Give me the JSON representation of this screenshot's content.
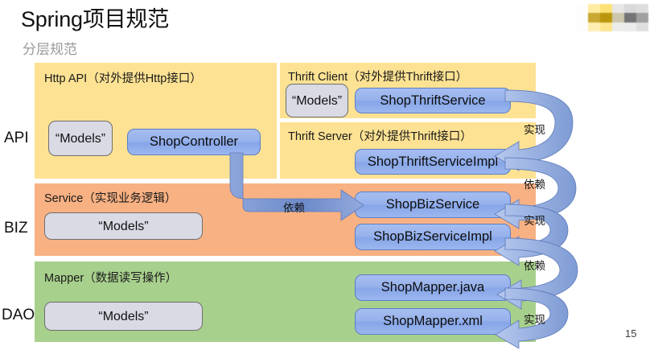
{
  "slide": {
    "title": "Spring项目规范",
    "subtitle": "分层规范",
    "page_number": "15"
  },
  "brand_logo": {
    "name": "brand-logo-blocks",
    "cells": [
      "#fdfdfd",
      "#ffeb9e",
      "#fce16f",
      "#e7e6e4",
      "#d6d7d9",
      "#dcdcdc",
      "#fdfdfd",
      "#c7a42a",
      "#b79200",
      "#cac5a8",
      "#6d6d6f",
      "#9b9b9b",
      "#fdfdfd",
      "#ffeeae",
      "#fde489",
      "#ececea",
      "#eaeaea",
      "#dddddd"
    ]
  },
  "layers": [
    {
      "id": "api",
      "label": "API"
    },
    {
      "id": "biz",
      "label": "BIZ"
    },
    {
      "id": "dao",
      "label": "DAO"
    }
  ],
  "panels": {
    "http_api": {
      "caption": "Http API（对外提供Http接口）",
      "color": "#fde293"
    },
    "thrift_client": {
      "caption": "Thrift Client（对外提供Thrift接口）",
      "color": "#fde293"
    },
    "thrift_server": {
      "caption": "Thrift Server（对外提供Thrift接口）",
      "color": "#fde293"
    },
    "service": {
      "caption": "Service（实现业务逻辑）",
      "color": "#f8b183"
    },
    "mapper": {
      "caption": "Mapper（数据读写操作）",
      "color": "#a8d08d"
    }
  },
  "model_boxes": {
    "http": "“Models”",
    "thrift": "“Models”",
    "biz": "“Models”",
    "dao": "“Models”"
  },
  "components": {
    "shop_controller": "ShopController",
    "shop_thrift_service": "ShopThriftService",
    "shop_thrift_service_impl": "ShopThriftServiceImpl",
    "shop_biz_service": "ShopBizService",
    "shop_biz_service_impl": "ShopBizServiceImpl",
    "shop_mapper_java": "ShopMapper.java",
    "shop_mapper_xml": "ShopMapper.xml"
  },
  "arrows": {
    "controller_to_biz": "依赖",
    "thriftservice_to_impl": "实现",
    "thriftimpl_to_bizservice": "依赖",
    "bizservice_to_bizimpl": "实现",
    "bizimpl_to_mapperjava": "依赖",
    "mapperjava_to_mapperxml": "实现"
  },
  "colors": {
    "api_panel": "#fde293",
    "biz_panel": "#f8b183",
    "dao_panel": "#a8d08d",
    "component_blue": "#97b2ec",
    "model_grey": "#d9dae4",
    "arrow_blue": "#6f8ccb",
    "subtitle_grey": "#9a9a9a"
  }
}
